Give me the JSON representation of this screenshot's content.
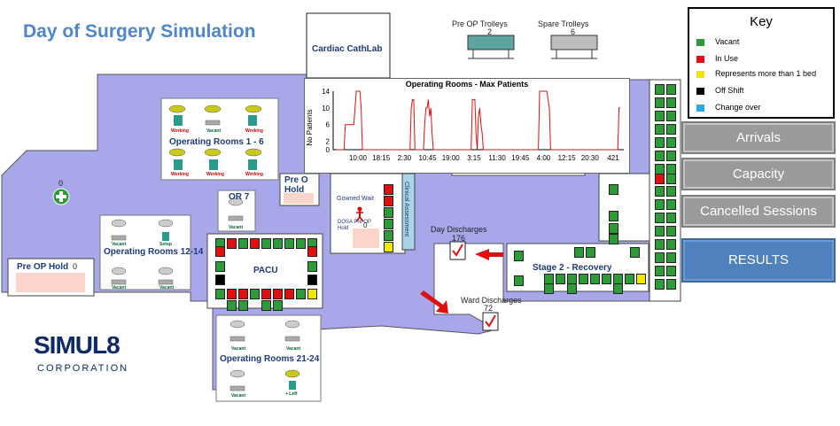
{
  "title": "Day of Surgery Simulation",
  "areas": {
    "cardiac": "Cardiac CathLab",
    "or_1_6": "Operating Rooms 1 - 6",
    "or_12_14": "Operating Rooms 12-14",
    "or_21_24": "Operating Rooms 21-24",
    "or_7": "OR 7",
    "pacu": "PACU",
    "pre_op_hold_left": "Pre OP Hold",
    "pre_op_hold_left_count": "0",
    "pre_op_hold_mid": "Pre O\nHold",
    "gowned_wait": "Gowned Wait",
    "dosa": "DOSA Pre OP\nHold",
    "dosa_count": "0",
    "clinical_assessment": "Clinical Assessment",
    "entrance_count": "0",
    "stage2": "Stage 2 - Recovery",
    "day_discharges": "Day Discharges",
    "day_discharges_count": "176",
    "ward_discharges": "Ward Discharges",
    "ward_discharges_count": "72",
    "pre_op_trolleys": "Pre OP Trolleys",
    "pre_op_trolleys_count": "2",
    "spare_trolleys": "Spare Trolleys",
    "spare_trolleys_count": "6"
  },
  "room_status": {
    "or1": "Working",
    "or2": "Vacant",
    "or3": "Working",
    "or4": "Working",
    "or5": "Working",
    "or6": "Working",
    "or12": "Vacant",
    "or13": "Setup",
    "or14a": "Vacant",
    "or14b": "Vacant",
    "or7": "Vacant",
    "or21": "Vacant",
    "or22": "Vacant",
    "or23": "Vacant",
    "or24": "+ Left"
  },
  "key": {
    "title": "Key",
    "items": [
      {
        "label": "Vacant",
        "color": "#2e9a3a"
      },
      {
        "label": "In Use",
        "color": "#e01010"
      },
      {
        "label": "Represents more than 1 bed",
        "color": "#f0e800"
      },
      {
        "label": "Off Shift",
        "color": "#000000"
      },
      {
        "label": "Change over",
        "color": "#27a9e1"
      }
    ]
  },
  "buttons": {
    "arrivals": "Arrivals",
    "capacity": "Capacity",
    "cancelled": "Cancelled Sessions",
    "results": "RESULTS"
  },
  "logo": {
    "main": "SIMUL8",
    "sub": "CORPORATION"
  },
  "chart_data": {
    "type": "line",
    "title": "Operating Rooms - Max Patients",
    "ylabel": "No Patients",
    "xlabel": "",
    "yticks": [
      "14",
      "10",
      "6",
      "2",
      "0"
    ],
    "xticks": [
      "10:00",
      "18:15",
      "2:30",
      "10:45",
      "19:00",
      "3:15",
      "11:30",
      "19:45",
      "4:00",
      "12:15",
      "20:30",
      "421"
    ],
    "ylim": [
      0,
      14
    ],
    "series": [
      {
        "values": [
          0,
          0,
          0,
          0,
          0,
          0,
          0,
          6,
          6,
          6,
          6,
          6,
          6,
          6,
          6,
          10,
          14,
          14,
          14,
          14,
          10,
          0,
          0,
          0,
          0,
          0,
          0,
          0,
          0,
          0,
          0,
          0,
          0,
          0,
          0,
          0,
          0,
          0,
          0,
          0,
          0,
          0,
          0,
          0,
          0,
          0,
          0,
          0,
          0,
          0,
          0,
          0,
          0,
          0,
          0,
          0,
          0,
          0,
          0,
          0,
          0,
          10,
          12,
          12,
          0,
          0,
          0,
          0,
          0,
          0,
          0,
          0,
          6,
          10,
          10,
          12,
          8,
          10,
          4,
          0,
          0,
          0,
          0,
          0,
          0,
          0,
          0,
          0,
          0,
          0,
          0,
          0,
          0,
          0,
          0,
          0,
          0,
          0,
          0,
          0,
          0,
          0,
          0,
          0,
          0,
          0,
          0,
          0,
          0,
          0,
          0,
          12,
          12,
          12,
          4,
          0,
          8,
          10,
          6,
          4,
          0,
          0,
          0,
          0,
          0,
          0,
          0,
          0,
          0,
          0,
          0,
          0,
          0,
          0,
          0,
          0,
          0,
          0,
          0,
          0,
          0,
          0,
          0,
          0,
          0,
          0,
          0,
          0,
          0,
          0,
          0,
          0,
          0,
          0,
          0,
          0,
          0,
          0,
          0,
          0,
          0,
          0,
          0,
          0,
          0,
          0,
          14,
          14,
          14,
          14,
          14,
          14,
          14,
          12,
          10,
          0,
          0,
          0,
          0,
          0,
          0,
          0,
          0,
          0,
          0,
          0,
          0,
          0,
          0,
          0,
          0,
          0,
          0,
          0,
          0,
          0,
          0,
          0,
          0,
          0,
          0,
          0,
          0,
          0,
          0,
          0,
          0,
          0,
          0,
          0,
          0,
          0,
          0,
          0,
          0,
          0,
          0,
          0,
          0,
          0,
          0,
          0,
          0,
          0,
          0,
          0,
          0,
          0,
          0,
          0,
          0,
          10,
          10
        ]
      }
    ]
  }
}
